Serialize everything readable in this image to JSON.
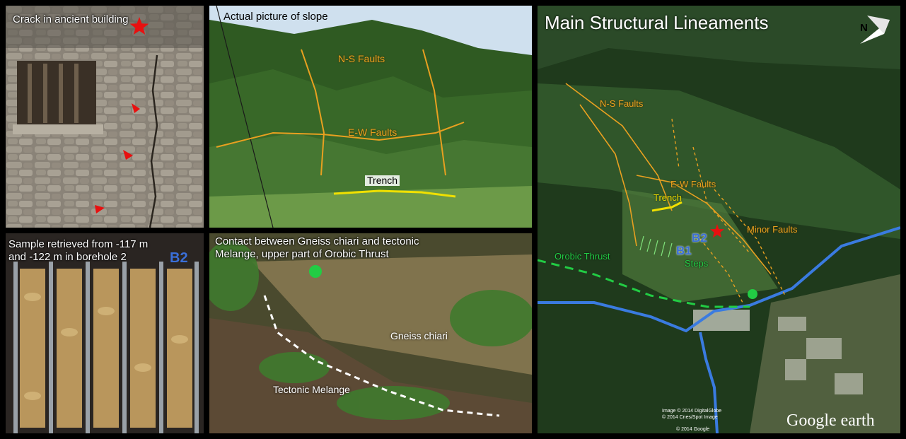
{
  "panels": {
    "building": {
      "caption": "Crack in ancient building"
    },
    "slope": {
      "caption": "Actual picture of slope",
      "ns_faults": "N-S Faults",
      "ew_faults": "E-W Faults",
      "trench": "Trench"
    },
    "sample": {
      "caption_line1": "Sample retrieved from -117 m",
      "caption_line2": "and -122 m in borehole 2",
      "badge": "B2"
    },
    "contact": {
      "caption_line1": "Contact between Gneiss chiari and tectonic",
      "caption_line2": "Melange, upper part of Orobic Thrust",
      "gneiss": "Gneiss chiari",
      "melange": "Tectonic Melange"
    },
    "map": {
      "title": "Main Structural Lineaments",
      "north": "N",
      "ns_faults": "N-S Faults",
      "ew_faults": "E-W Faults",
      "trench": "Trench",
      "minor_faults": "Minor Faults",
      "orobic_thrust": "Orobic Thrust",
      "b2": "B2",
      "b1": "B1",
      "steps": "Steps",
      "credit1": "Image © 2014 DigitalGlobe",
      "credit2": "© 2014 Cnes/Spot Image",
      "credit3": "© 2014 Google",
      "watermark": "Google earth"
    }
  },
  "colors": {
    "fault_orange": "#e8a020",
    "trench_yellow": "#f0e000",
    "thrust_green": "#22cc44",
    "river_blue": "#3a7be0",
    "badge_blue": "#3a6fd8",
    "marker_red": "#e81010"
  }
}
